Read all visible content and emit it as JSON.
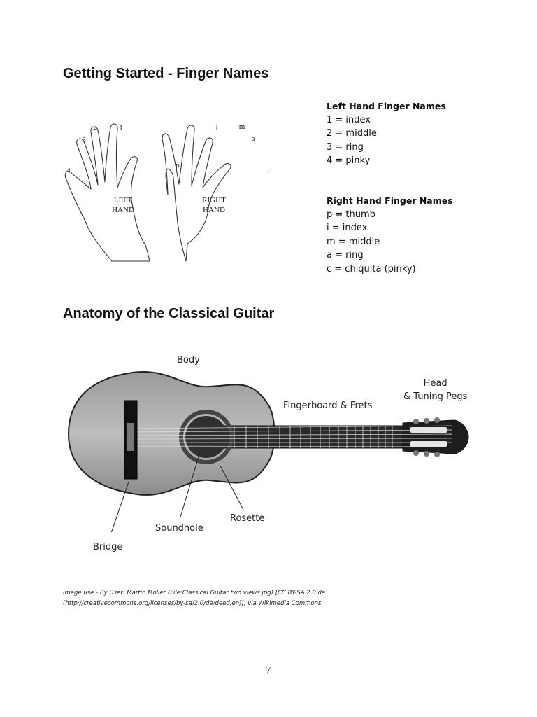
{
  "section1": {
    "title": "Getting Started - Finger Names"
  },
  "hands": {
    "left_label": [
      "LEFT",
      "HAND"
    ],
    "right_label": [
      "RIGHT",
      "HAND"
    ],
    "left_fingers": [
      "4",
      "3",
      "2",
      "1"
    ],
    "right_fingers": [
      "p",
      "i",
      "m",
      "a",
      "c"
    ]
  },
  "left_list": {
    "heading": "Left Hand Finger Names",
    "items": [
      "1  =  index",
      "2  =  middle",
      "3  =  ring",
      "4  =  pinky"
    ]
  },
  "right_list": {
    "heading": "Right Hand Finger Names",
    "items": [
      "p =  thumb",
      "i  =  index",
      "m =  middle",
      "a  =  ring",
      "c = chiquita (pinky)"
    ]
  },
  "section2": {
    "title": "Anatomy of the Classical Guitar"
  },
  "guitar_labels": {
    "body": "Body",
    "head": [
      "Head",
      "& Tuning Pegs"
    ],
    "fingerboard": "Fingerboard & Frets",
    "rosette": "Rosette",
    "soundhole": "Soundhole",
    "bridge": "Bridge"
  },
  "credit": "Image use - By User: Martin Möller (File:Classical Guitar two views.jpg) [CC BY-SA 2.0 de (http://creativecommons.org/licenses/by-sa/2.0/de/deed.en)], via Wikimedia Commons",
  "page_number": "7"
}
